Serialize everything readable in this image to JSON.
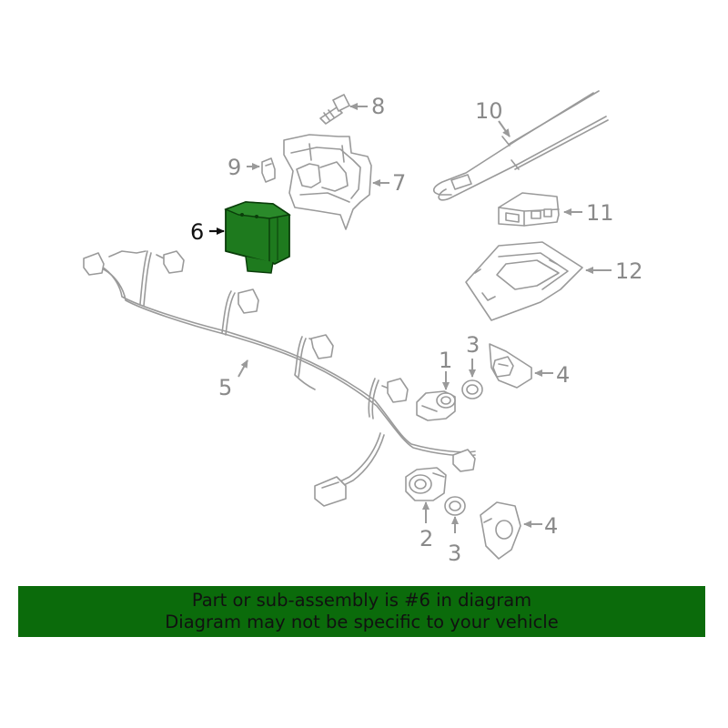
{
  "callouts": {
    "c1": "1",
    "c2": "2",
    "c3a": "3",
    "c3b": "3",
    "c4a": "4",
    "c4b": "4",
    "c5": "5",
    "c6": "6",
    "c7": "7",
    "c8": "8",
    "c9": "9",
    "c10": "10",
    "c11": "11",
    "c12": "12"
  },
  "highlight": {
    "part_number": "6",
    "color": "#1e7a1e"
  },
  "banner": {
    "line1": "Part or sub-assembly is #6 in diagram",
    "line2": "Diagram may not be specific to your vehicle",
    "background": "#0b6b0b"
  }
}
